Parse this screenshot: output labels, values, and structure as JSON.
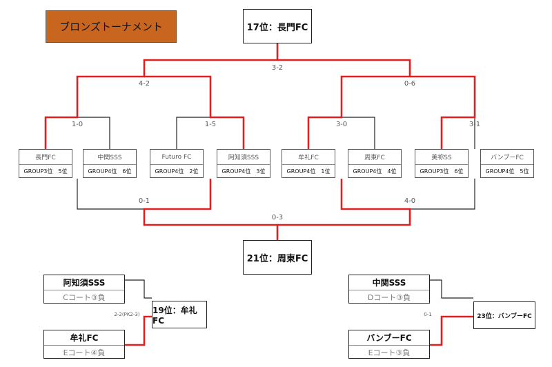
{
  "title": "ブロンズトーナメント",
  "final_results": {
    "top": "17位：長門FC",
    "bottom": "21位：周東FC"
  },
  "teams": [
    {
      "name": "長門FC",
      "group": "GROUP3位　5位"
    },
    {
      "name": "中関SSS",
      "group": "GROUP4位　6位"
    },
    {
      "name": "Futuro FC",
      "group": "GROUP4位　2位"
    },
    {
      "name": "阿知須SSS",
      "group": "GROUP4位　3位"
    },
    {
      "name": "牟礼FC",
      "group": "GROUP4位　1位"
    },
    {
      "name": "周東FC",
      "group": "GROUP4位　4位"
    },
    {
      "name": "美祢SS",
      "group": "GROUP3位　6位"
    },
    {
      "name": "バンブーFC",
      "group": "GROUP4位　5位"
    }
  ],
  "scores": {
    "final_top": "3-2",
    "semi_left": "4-2",
    "semi_right": "0-6",
    "r1_1": "1-0",
    "r1_2": "1-5",
    "r1_3": "3-0",
    "r1_4": "3-1",
    "lower_left": "0-1",
    "lower_right": "4-0",
    "lower_final": "0-3"
  },
  "consolation": {
    "left": {
      "team1": {
        "name": "阿知須SSS",
        "sub": "Cコート③負"
      },
      "team2": {
        "name": "牟礼FC",
        "sub": "Eコート④負"
      },
      "score": "2-2(PK2-3)",
      "result": "19位：牟礼FC"
    },
    "right": {
      "team1": {
        "name": "中関SSS",
        "sub": "Dコート③負"
      },
      "team2": {
        "name": "バンブーFC",
        "sub": "Eコート③負"
      },
      "score": "0-1",
      "result": "23位：バンブーFC"
    }
  }
}
